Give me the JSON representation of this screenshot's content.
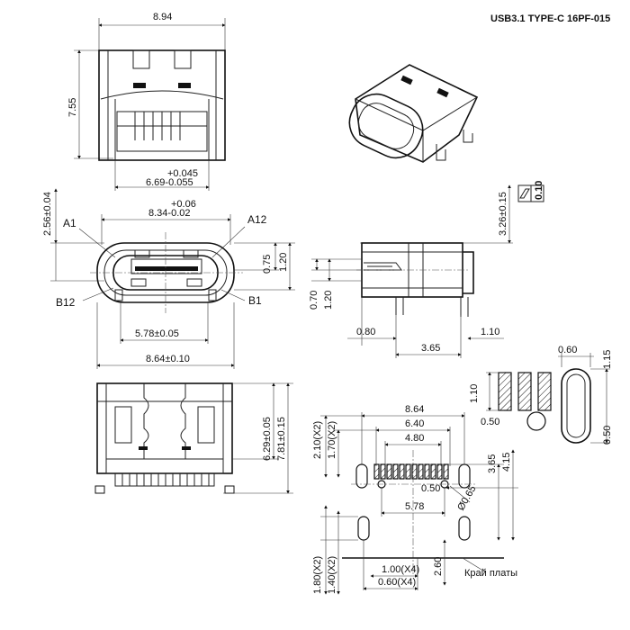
{
  "title": "USB3.1  TYPE-C  16PF-015",
  "top_view": {
    "width": "8.94",
    "height": "7.55",
    "tol_upper": "+0.045",
    "base_tol": "6.69-0.055"
  },
  "front_view": {
    "left_dim": "2.56±0.04",
    "width_tol_upper": "+0.06",
    "width_tol": "8.34-0.02",
    "label_a1": "A1",
    "label_a12": "A12",
    "label_b12": "B12",
    "label_b1": "B1",
    "right_dim_1": "0.75",
    "right_dim_2": "1.20",
    "inner_width": "5.78±0.05",
    "overall_width": "8.64±0.10"
  },
  "side_view": {
    "height": "3.26±0.15",
    "flatness": "0.10",
    "left_dim_1": "0.70",
    "left_dim_2": "1.20",
    "bottom_1": "0.80",
    "bottom_2": "3.65",
    "bottom_3": "1.10"
  },
  "bottom_view": {
    "height_1": "6.29±0.05",
    "height_2": "7.81±0.15"
  },
  "pad_detail": {
    "width": "0.60",
    "height_1": "1.15",
    "height_2": "1.10",
    "gap_1": "0.50",
    "gap_2": "0.50"
  },
  "footprint": {
    "width_1": "8.64",
    "width_2": "6.40",
    "width_3": "4.80",
    "left_1": "2.10(X2)",
    "left_2": "1.70(X2)",
    "right_1": "3.65",
    "right_2": "4.15",
    "pitch": "0.50",
    "hole": "Ø0.65",
    "hole_span": "5.78",
    "lower_1": "1.80(X2)",
    "lower_2": "1.40(X2)",
    "pitch_1": "1.00(X4)",
    "pitch_2": "0.60(X4)",
    "edge_dim": "2.60",
    "board_edge": "Край платы"
  }
}
